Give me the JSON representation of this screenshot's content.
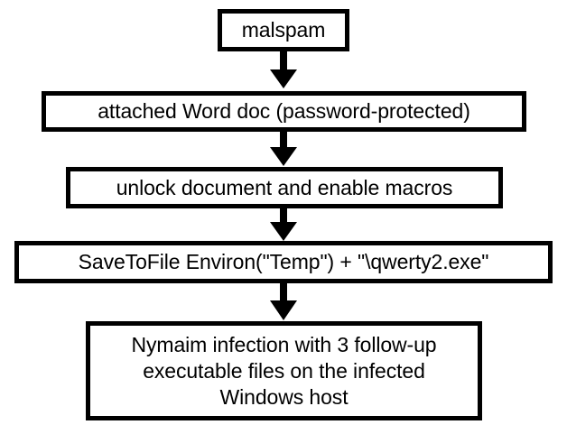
{
  "diagram": {
    "title": "malspam to Nymaim infection chain flowchart",
    "type": "flowchart",
    "orientation": "top-to-bottom",
    "background_color": "#ffffff",
    "node_fill_color": "#ffffff",
    "node_border_color": "#000000",
    "text_color": "#000000",
    "arrow_color": "#000000",
    "nodes": [
      {
        "id": "node-1",
        "label": "malspam"
      },
      {
        "id": "node-2",
        "label": "attached Word doc (password-protected)"
      },
      {
        "id": "node-3",
        "label": "unlock document and enable macros"
      },
      {
        "id": "node-4",
        "label": "SaveToFile Environ(\"Temp\") + \"\\qwerty2.exe\""
      },
      {
        "id": "node-5",
        "label": "Nymaim infection with 3 follow-up\nexecutable files on the infected\nWindows host"
      }
    ],
    "edges": [
      {
        "id": "edge-1",
        "from": "node-1",
        "to": "node-2",
        "icon": "down-arrow-icon"
      },
      {
        "id": "edge-2",
        "from": "node-2",
        "to": "node-3",
        "icon": "down-arrow-icon"
      },
      {
        "id": "edge-3",
        "from": "node-3",
        "to": "node-4",
        "icon": "down-arrow-icon"
      },
      {
        "id": "edge-4",
        "from": "node-4",
        "to": "node-5",
        "icon": "down-arrow-icon"
      }
    ]
  }
}
